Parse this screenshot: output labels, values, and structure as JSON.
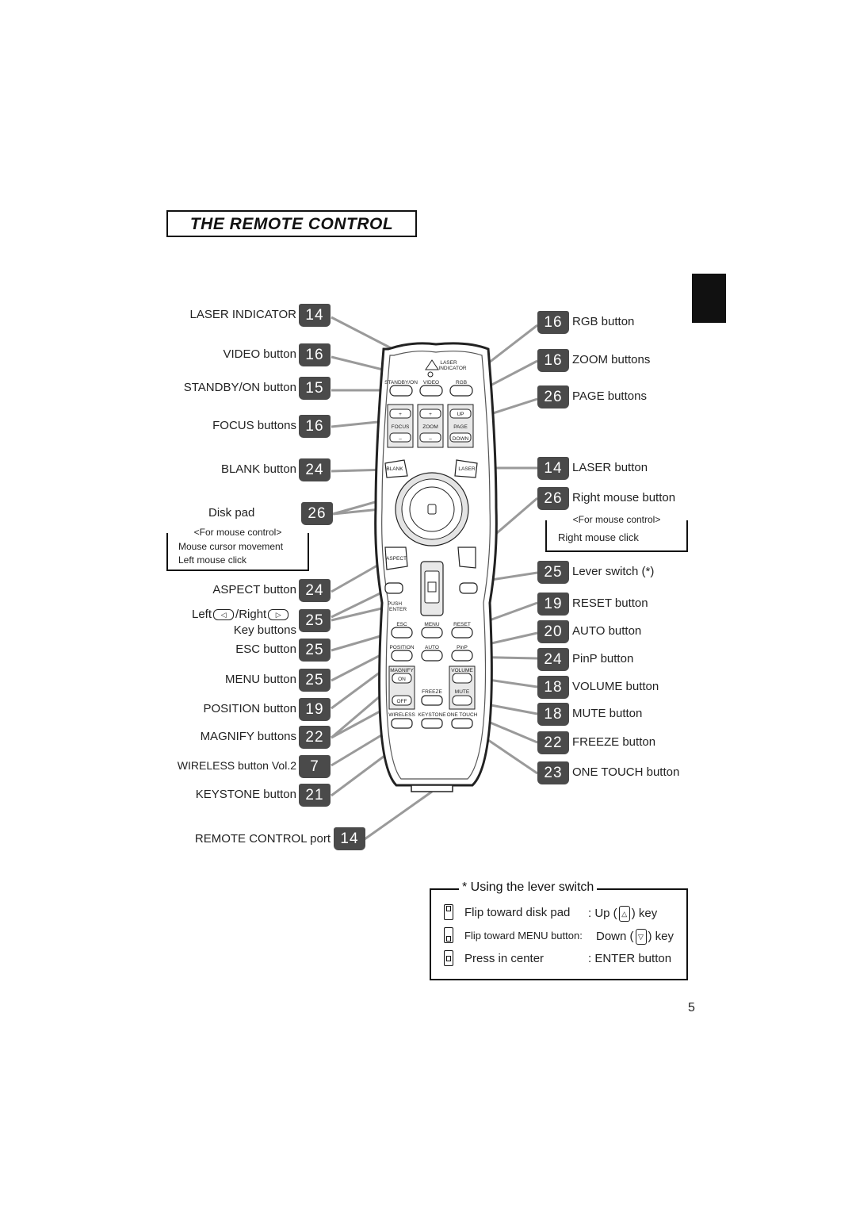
{
  "title": "THE REMOTE CONTROL",
  "page_number": "5",
  "left_labels": [
    {
      "text": "LASER INDICATOR",
      "page": "14"
    },
    {
      "text": "VIDEO button",
      "page": "16"
    },
    {
      "text": "STANDBY/ON button",
      "page": "15"
    },
    {
      "text": "FOCUS buttons",
      "page": "16"
    },
    {
      "text": "BLANK button",
      "page": "24"
    },
    {
      "text": "Disk pad",
      "page": "26"
    },
    {
      "text": "ASPECT button",
      "page": "24"
    },
    {
      "text": "Key buttons",
      "page": "25"
    },
    {
      "text": "ESC button",
      "page": "25"
    },
    {
      "text": "MENU button",
      "page": "25"
    },
    {
      "text": "POSITION button",
      "page": "19"
    },
    {
      "text": "MAGNIFY buttons",
      "page": "22"
    },
    {
      "text": "WIRELESS button Vol.2",
      "page": "7"
    },
    {
      "text": "KEYSTONE button",
      "page": "21"
    },
    {
      "text": "REMOTE CONTROL port",
      "page": "14"
    }
  ],
  "left_right_key": {
    "left": "Left",
    "right": "/Right"
  },
  "right_labels": [
    {
      "text": "RGB button",
      "page": "16"
    },
    {
      "text": "ZOOM buttons",
      "page": "16"
    },
    {
      "text": "PAGE buttons",
      "page": "26"
    },
    {
      "text": "LASER button",
      "page": "14"
    },
    {
      "text": "Right mouse button",
      "page": "26"
    },
    {
      "text": "Lever switch (*)",
      "page": "25"
    },
    {
      "text": "RESET button",
      "page": "19"
    },
    {
      "text": "AUTO button",
      "page": "20"
    },
    {
      "text": "PinP button",
      "page": "24"
    },
    {
      "text": "VOLUME button",
      "page": "18"
    },
    {
      "text": "MUTE button",
      "page": "18"
    },
    {
      "text": "FREEZE button",
      "page": "22"
    },
    {
      "text": "ONE TOUCH button",
      "page": "23"
    }
  ],
  "disk_note": {
    "header": "<For mouse control>",
    "line1": "Mouse cursor movement",
    "line2": "Left mouse click"
  },
  "right_mouse_note": {
    "header": "<For mouse control>",
    "line1": "Right mouse click"
  },
  "remote_labels": {
    "laser_indicator": "LASER",
    "laser_indicator2": "INDICATOR",
    "standby": "STANDBY/ON",
    "video": "VIDEO",
    "rgb": "RGB",
    "focus": "FOCUS",
    "zoom": "ZOOM",
    "page": "PAGE",
    "up": "UP",
    "down": "DOWN",
    "blank": "BLANK",
    "laser": "LASER",
    "aspect": "ASPECT",
    "push": "PUSH",
    "enter": "ENTER",
    "esc": "ESC",
    "menu": "MENU",
    "reset": "RESET",
    "position": "POSITION",
    "auto": "AUTO",
    "pinp": "PinP",
    "magnify": "MAGNIFY",
    "on": "ON",
    "off": "OFF",
    "volume": "VOLUME",
    "freeze": "FREEZE",
    "mute": "MUTE",
    "wireless": "WIRELESS",
    "keystone": "KEYSTONE",
    "one_touch": "ONE TOUCH",
    "plus": "+",
    "minus": "–"
  },
  "lever_switch": {
    "title": "* Using the lever switch",
    "row1_left": "Flip toward disk pad",
    "row1_right_a": ": Up (",
    "row1_right_b": ") key",
    "row2_left": "Flip toward MENU button:",
    "row2_right_a": "Down (",
    "row2_right_b": ") key",
    "row3_left": "Press in center",
    "row3_right": ": ENTER button"
  }
}
